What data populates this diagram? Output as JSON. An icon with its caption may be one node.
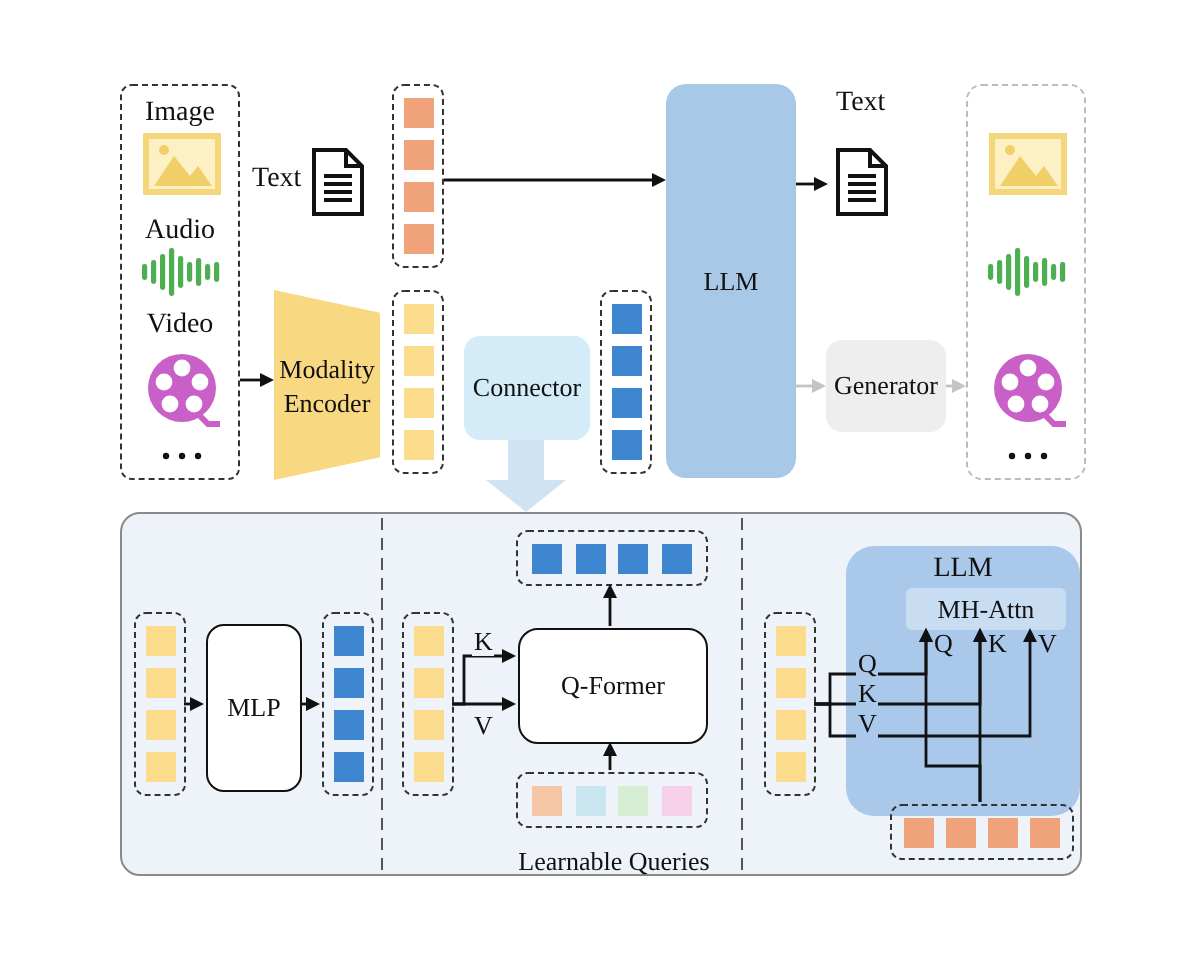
{
  "diagram": {
    "nodes": [
      {
        "text": [
          "Image",
          "Audio",
          "Video"
        ]
      },
      {
        "text": [
          "Text"
        ]
      },
      {
        "text": [],
        "shape": "box"
      },
      {
        "text": [
          "Modality Encoder"
        ]
      },
      {
        "text": [],
        "shape": "box"
      },
      {
        "text": [
          "Connector"
        ]
      },
      {
        "text": [],
        "shape": "box"
      },
      {
        "text": [
          "LLM"
        ]
      },
      {
        "text": [
          "Text"
        ]
      },
      {
        "text": [
          "Generator"
        ]
      },
      {
        "text": [],
        "shape": "box"
      },
      {
        "text": [],
        "shape": "box"
      },
      {
        "text": [],
        "shape": "box",
        "in": 11
      },
      {
        "text": [
          "MLP"
        ],
        "in": 11
      },
      {
        "text": [],
        "shape": "box",
        "in": 11
      },
      {
        "text": [],
        "shape": "box",
        "in": 11
      },
      {
        "text": [
          "Q-Former"
        ],
        "in": 11
      },
      {
        "text": [],
        "shape": "box",
        "in": 11
      },
      {
        "text": [],
        "shape": "box",
        "in": 11,
        "beside": [
          "Learnable Queries"
        ]
      },
      {
        "text": [
          "LLM"
        ],
        "in": 11
      },
      {
        "text": [
          "MH-Attn"
        ],
        "in": 19
      },
      {
        "text": [],
        "shape": "box",
        "in": 11
      },
      {
        "text": [],
        "shape": "box",
        "in": 11
      }
    ],
    "edges": [
      {
        "from": 0,
        "to": 3,
        "arrow": "to"
      },
      {
        "from": 2,
        "to": 7,
        "arrow": "to"
      },
      {
        "from": 7,
        "to": 8,
        "arrow": "to"
      },
      {
        "from": 7,
        "to": 9,
        "arrow": "to",
        "color": "#c4c4c4"
      },
      {
        "from": 9,
        "to": 10,
        "arrow": "to",
        "color": "#c4c4c4"
      },
      {
        "from": 5,
        "to": 11,
        "arrow": "to",
        "style": "thick",
        "color": "#cfe3f5"
      },
      {
        "from": 12,
        "to": 13,
        "arrow": "to"
      },
      {
        "from": 13,
        "to": 14,
        "arrow": "to"
      },
      {
        "from": 15,
        "to": 16,
        "arrow": "to",
        "label": "K"
      },
      {
        "from": 15,
        "to": 16,
        "arrow": "to",
        "label": "V"
      },
      {
        "from": 18,
        "to": 16,
        "arrow": "to"
      },
      {
        "from": 16,
        "to": 17,
        "arrow": "to"
      },
      {
        "from": 21,
        "to": 20,
        "arrow": "to",
        "label": "Q"
      },
      {
        "from": 21,
        "to": 20,
        "arrow": "to",
        "label": "K"
      },
      {
        "from": 21,
        "to": 20,
        "arrow": "to",
        "label": "V"
      },
      {
        "from": 22,
        "to": 20,
        "arrow": "to"
      },
      {
        "from": 22,
        "to": 20,
        "arrow": "to"
      }
    ],
    "labels": [
      "Q",
      "K",
      "V"
    ]
  }
}
